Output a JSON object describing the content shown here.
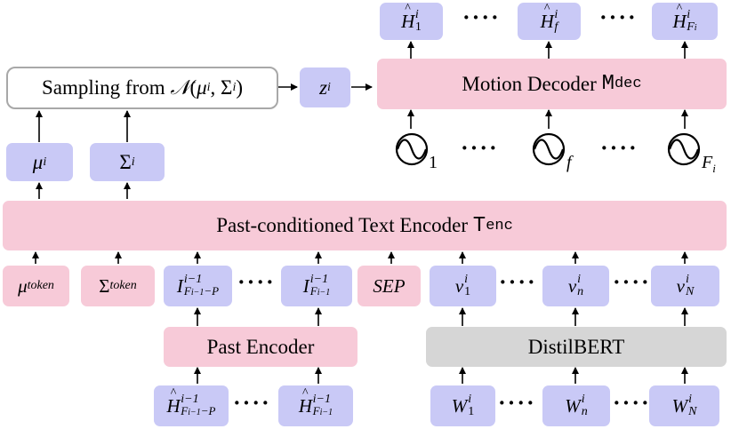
{
  "colors": {
    "blue": "#c9c9f6",
    "pink": "#f7cad8",
    "gray": "#d6d6d6",
    "outline": "#a8a8a8"
  },
  "sampling": {
    "label_prefix": "Sampling from ",
    "dist": "𝒩",
    "args_open": "(",
    "mu": "μ",
    "i1": "i",
    "comma": ", ",
    "sigma": "Σ",
    "i2": "i",
    "args_close": ")"
  },
  "z": {
    "base": "z",
    "sup": "i"
  },
  "motion_decoder": {
    "label": "Motion Decoder ",
    "mono_main": "M",
    "mono_sub": "dec"
  },
  "outputs": [
    {
      "base": "H",
      "hat": "^",
      "sup": "i",
      "sub": "1"
    },
    {
      "base": "H",
      "hat": "^",
      "sup": "i",
      "sub": "f"
    },
    {
      "base": "H",
      "hat": "^",
      "sup": "i",
      "sub": "F",
      "subsub": "i"
    }
  ],
  "sinusoids": [
    {
      "sub": "1"
    },
    {
      "sub": "f"
    },
    {
      "sub": "F",
      "subsub": "i"
    }
  ],
  "mu_box": {
    "base": "μ",
    "sup": "i"
  },
  "sigma_box": {
    "base": "Σ",
    "sup": "i"
  },
  "text_encoder": {
    "label": "Past-conditioned Text Encoder ",
    "mono_main": "T",
    "mono_sub": "enc"
  },
  "tokens": {
    "mu_token": {
      "base": "μ",
      "sub": "token"
    },
    "sigma_token": {
      "base": "Σ",
      "sub": "token"
    },
    "i_first": {
      "base": "I",
      "sup": "i−1",
      "sub": "F",
      "subsub": "i−1",
      "tail": "−P"
    },
    "i_last": {
      "base": "I",
      "sup": "i−1",
      "sub": "F",
      "subsub": "i−1"
    },
    "sep": "SEP",
    "v": [
      {
        "base": "v",
        "sup": "i",
        "sub": "1"
      },
      {
        "base": "v",
        "sup": "i",
        "sub": "n"
      },
      {
        "base": "v",
        "sup": "i",
        "sub": "N"
      }
    ]
  },
  "past_encoder": {
    "label": "Past Encoder"
  },
  "distilbert": {
    "label": "DistilBERT"
  },
  "past_inputs": [
    {
      "base": "H",
      "hat": "^",
      "sup": "i−1",
      "sub": "F",
      "subsub": "i−1",
      "tail": "−P"
    },
    {
      "base": "H",
      "hat": "^",
      "sup": "i−1",
      "sub": "F",
      "subsub": "i−1"
    }
  ],
  "words": [
    {
      "base": "W",
      "sup": "i",
      "sub": "1"
    },
    {
      "base": "W",
      "sup": "i",
      "sub": "n"
    },
    {
      "base": "W",
      "sup": "i",
      "sub": "N"
    }
  ],
  "ellipsis": "····"
}
